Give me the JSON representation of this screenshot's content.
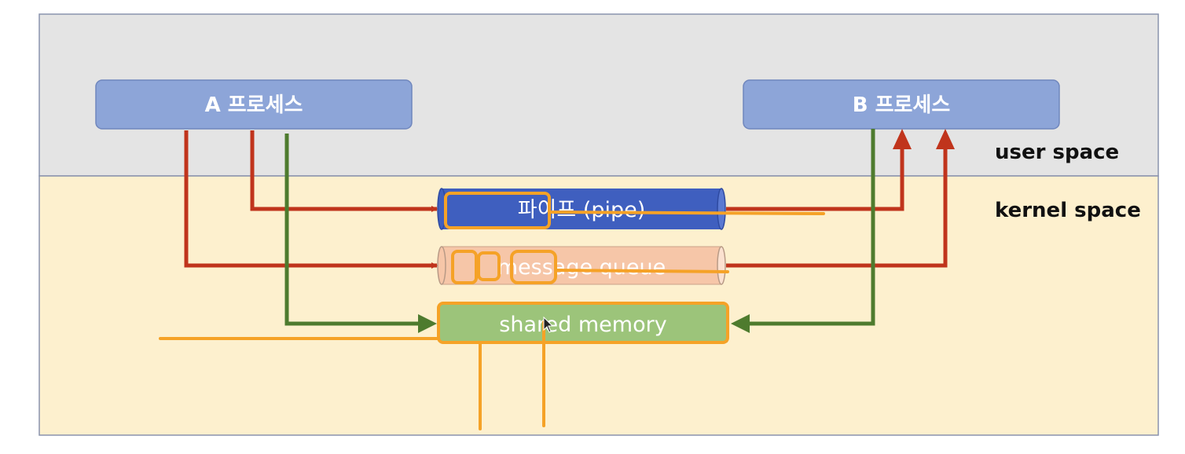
{
  "processes": {
    "a": {
      "label": "A 프로세스"
    },
    "b": {
      "label": "B 프로세스"
    }
  },
  "regions": {
    "user": {
      "label": "user space"
    },
    "kernel": {
      "label": "kernel space"
    }
  },
  "channels": {
    "pipe": {
      "label": "파이프 (pipe)"
    },
    "queue": {
      "label": "message queue"
    },
    "shm": {
      "label": "shared memory"
    }
  },
  "colors": {
    "user_bg": "#e4e4e4",
    "kernel_bg": "#fdf0ce",
    "border": "#8a93ad",
    "process_fill": "#8da5d8",
    "pipe_fill": "#3f5fbf",
    "queue_fill": "#f6c6a8",
    "shm_fill": "#9cc47a",
    "ipc_arrow": "#c0341c",
    "shm_arrow": "#4e7b2e",
    "annotation": "#f5a227"
  }
}
